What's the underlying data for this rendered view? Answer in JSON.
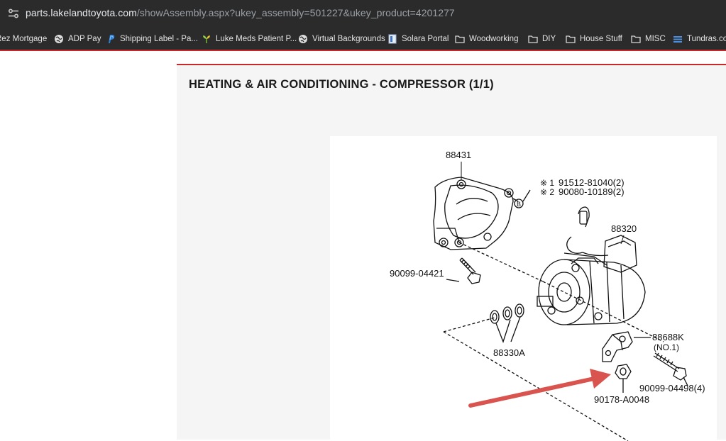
{
  "browser": {
    "url_host": "parts.lakelandtoyota.com",
    "url_rest": "/showAssembly.aspx?ukey_assembly=501227&ukey_product=4201277",
    "bookmarks": [
      {
        "label": "Rez Mortgage",
        "icon": "globe-icon"
      },
      {
        "label": "ADP Pay",
        "icon": "globe-icon"
      },
      {
        "label": "Shipping Label - Pa...",
        "icon": "paypal-icon"
      },
      {
        "label": "Luke Meds Patient P...",
        "icon": "leaf-icon"
      },
      {
        "label": "Virtual Backgrounds",
        "icon": "globe-icon"
      },
      {
        "label": "Solara Portal",
        "icon": "document-icon"
      },
      {
        "label": "Woodworking",
        "icon": "folder-icon"
      },
      {
        "label": "DIY",
        "icon": "folder-icon"
      },
      {
        "label": "House Stuff",
        "icon": "folder-icon"
      },
      {
        "label": "MISC",
        "icon": "folder-icon"
      },
      {
        "label": "Tundras.com",
        "icon": "site-icon"
      }
    ]
  },
  "page": {
    "title": "HEATING & AIR CONDITIONING - COMPRESSOR (1/1)"
  },
  "diagram": {
    "parts": {
      "bracket": "88431",
      "ref1": "※ 1",
      "ref1_part": "91512-81040(2)",
      "ref2": "※ 2",
      "ref2_part": "90080-10189(2)",
      "compressor": "88320",
      "bolt_left": "90099-04421",
      "washers": "88330A",
      "bracket2": "88688K",
      "bracket2_note": "(NO.1)",
      "bolt_right": "90099-04498(4)",
      "nut": "90178-A0048",
      "circle_b": "B"
    },
    "annotation_arrow_color": "#d9534f"
  }
}
